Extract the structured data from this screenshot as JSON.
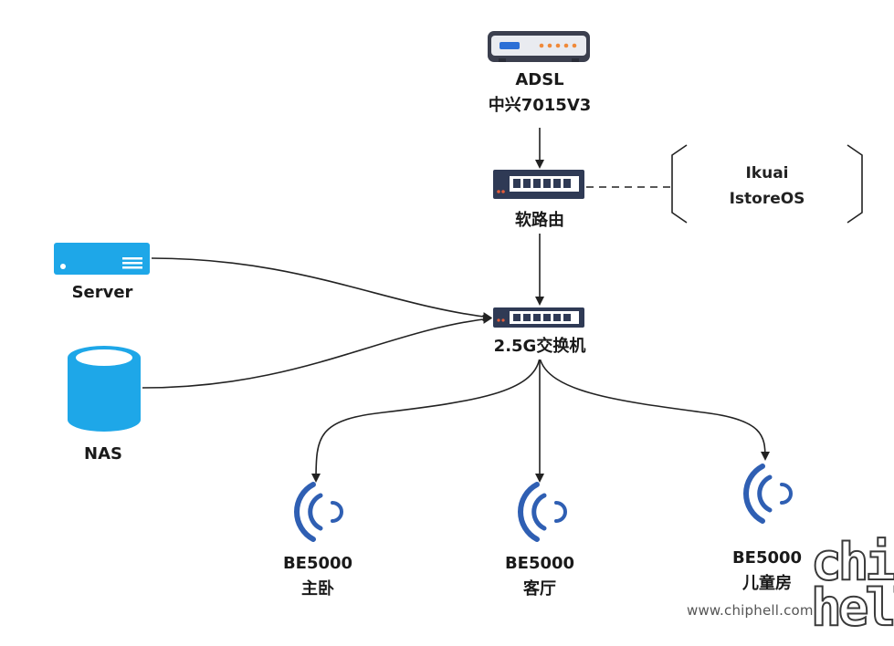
{
  "nodes": {
    "modem": {
      "line1": "ADSL",
      "line2": "中兴7015V3"
    },
    "soft_router": {
      "label": "软路由"
    },
    "switch": {
      "label": "2.5G交换机"
    },
    "server": {
      "label": "Server"
    },
    "nas": {
      "label": "NAS"
    },
    "ap_master": {
      "line1": "BE5000",
      "line2": "主卧"
    },
    "ap_living": {
      "line1": "BE5000",
      "line2": "客厅"
    },
    "ap_kids": {
      "line1": "BE5000",
      "line2": "儿童房"
    }
  },
  "note": {
    "line1": "Ikuai",
    "line2": "IstoreOS"
  },
  "watermark": {
    "url": "www.chiphell.com",
    "logo_top": "chip",
    "logo_bottom": "hell"
  },
  "colors": {
    "device_dark": "#2f3a55",
    "server_fill": "#1ea7e8",
    "nas_fill": "#1ea7e8",
    "wifi": "#2f5fb3",
    "line": "#222222"
  },
  "icons": [
    "router-icon",
    "switch-icon",
    "server-icon",
    "database-icon",
    "wifi-icon"
  ]
}
